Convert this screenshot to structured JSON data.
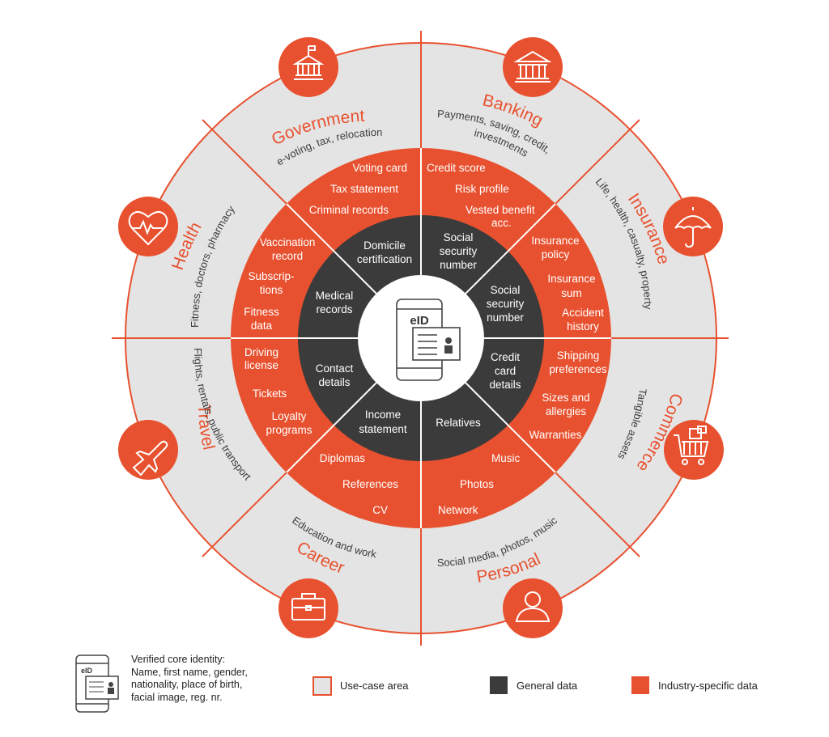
{
  "center": {
    "label": "eID"
  },
  "segments": [
    {
      "key": "government",
      "title": "Government",
      "sub": [
        "e-voting, tax, relocation"
      ],
      "icon": "government-building-icon",
      "industry": [
        "Voting card",
        "Tax statement",
        "Criminal records"
      ]
    },
    {
      "key": "banking",
      "title": "Banking",
      "sub": [
        "Payments, saving, credit,",
        "investments"
      ],
      "icon": "bank-icon",
      "industry": [
        "Credit score",
        "Risk profile",
        "Vested benefit",
        "acc."
      ]
    },
    {
      "key": "insurance",
      "title": "Insurance",
      "sub": [
        "Life, health, casualty, property"
      ],
      "icon": "umbrella-icon",
      "industry": [
        "Insurance",
        "policy",
        "Insurance",
        "sum",
        "Accident",
        "history"
      ]
    },
    {
      "key": "commerce",
      "title": "Commerce",
      "sub": [
        "Tangible assets"
      ],
      "icon": "shopping-cart-icon",
      "industry": [
        "Shipping",
        "preferences",
        "Sizes and",
        "allergies",
        "Warranties"
      ]
    },
    {
      "key": "personal",
      "title": "Personal",
      "sub": [
        "Social media, photos, music"
      ],
      "icon": "person-icon",
      "industry": [
        "Music",
        "Photos",
        "Network"
      ]
    },
    {
      "key": "career",
      "title": "Career",
      "sub": [
        "Education and work"
      ],
      "icon": "briefcase-icon",
      "industry": [
        "Diplomas",
        "References",
        "CV"
      ]
    },
    {
      "key": "travel",
      "title": "Travel",
      "sub": [
        "Flights, rentals, public transport"
      ],
      "icon": "airplane-icon",
      "industry": [
        "Driving",
        "license",
        "Tickets",
        "Loyalty",
        "programs"
      ]
    },
    {
      "key": "health",
      "title": "Health",
      "sub": [
        "Fitness, doctors, pharmacy"
      ],
      "icon": "heart-pulse-icon",
      "industry": [
        "Vaccination",
        "record",
        "Subscrip-",
        "tions",
        "Fitness",
        "data"
      ]
    }
  ],
  "general": [
    {
      "key": "domicile",
      "lines": [
        "Domicile",
        "certification"
      ]
    },
    {
      "key": "social1",
      "lines": [
        "Social",
        "security",
        "number"
      ]
    },
    {
      "key": "social2",
      "lines": [
        "Social",
        "security",
        "number"
      ]
    },
    {
      "key": "credit",
      "lines": [
        "Credit",
        "card",
        "details"
      ]
    },
    {
      "key": "relatives",
      "lines": [
        "Relatives"
      ]
    },
    {
      "key": "income",
      "lines": [
        "Income",
        "statement"
      ]
    },
    {
      "key": "contact",
      "lines": [
        "Contact",
        "details"
      ]
    },
    {
      "key": "medical",
      "lines": [
        "Medical",
        "records"
      ]
    }
  ],
  "legend": {
    "core_id": {
      "icon_label": "eID",
      "lines": [
        "Verified core identity:",
        "Name, first name, gender,",
        "nationality, place of birth,",
        "facial image, reg. nr."
      ]
    },
    "use_case": "Use-case area",
    "general": "General data",
    "industry": "Industry-specific data"
  },
  "colors": {
    "accent": "#e8512f",
    "dark": "#3b3b3b",
    "light": "#e4e4e4",
    "line": "#e8512f",
    "white": "#ffffff"
  }
}
